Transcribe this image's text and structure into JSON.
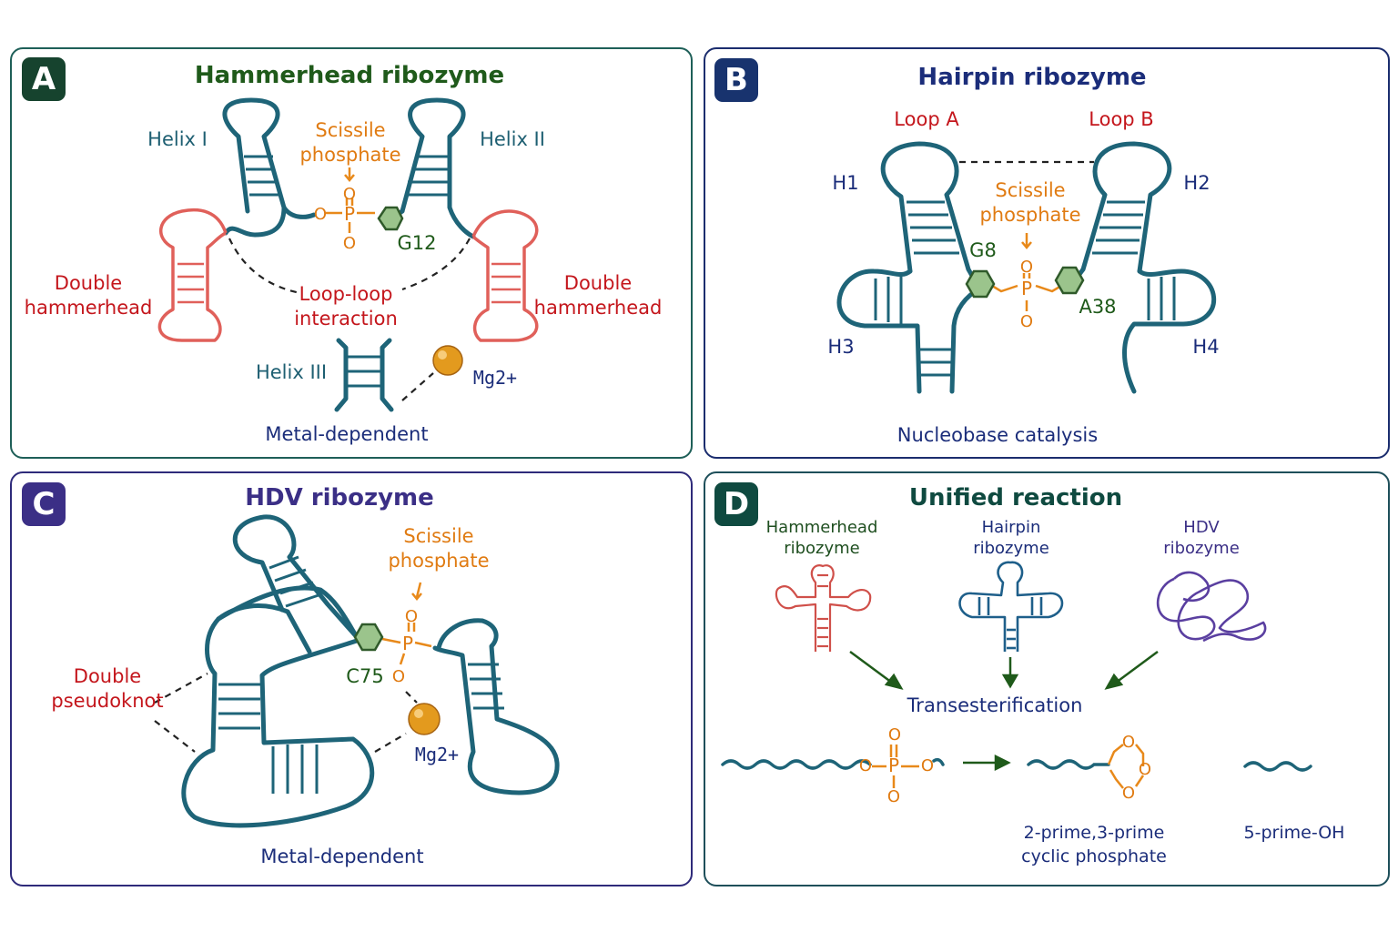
{
  "panels": {
    "A": {
      "badge": "A",
      "title": "Hammerhead ribozyme",
      "helix_1": "Helix I",
      "helix_2": "Helix II",
      "helix_3": "Helix III",
      "scissile_1": "Scissile",
      "scissile_2": "phosphate",
      "nucleotide": "G12",
      "double_left_1": "Double",
      "double_left_2": "hammerhead",
      "double_right_1": "Double",
      "double_right_2": "hammerhead",
      "loop_1": "Loop-loop",
      "loop_2": "interaction",
      "ion": "Mg2+",
      "mechanism": "Metal-dependent",
      "phosphate_p": "P",
      "phosphate_o": "O"
    },
    "B": {
      "badge": "B",
      "title": "Hairpin ribozyme",
      "loop_a": "Loop A",
      "loop_b": "Loop B",
      "h1": "H1",
      "h2": "H2",
      "h3": "H3",
      "h4": "H4",
      "scissile_1": "Scissile",
      "scissile_2": "phosphate",
      "nucleotide_left": "G8",
      "nucleotide_right": "A38",
      "mechanism": "Nucleobase catalysis",
      "phosphate_p": "P",
      "phosphate_o": "O"
    },
    "C": {
      "badge": "C",
      "title": "HDV ribozyme",
      "scissile_1": "Scissile",
      "scissile_2": "phosphate",
      "nucleotide": "C75",
      "pseudoknot_1": "Double",
      "pseudoknot_2": "pseudoknot",
      "ion": "Mg2+",
      "mechanism": "Metal-dependent",
      "phosphate_p": "P",
      "phosphate_o": "O"
    },
    "D": {
      "badge": "D",
      "title": "Unified reaction",
      "hh_1": "Hammerhead",
      "hh_2": "ribozyme",
      "hp_1": "Hairpin",
      "hp_2": "ribozyme",
      "hdv_1": "HDV",
      "hdv_2": "ribozyme",
      "reaction": "Transesterification",
      "product_1a": "2-prime,3-prime",
      "product_1b": "cyclic phosphate",
      "product_2": "5-prime-OH",
      "phosphate_p": "P",
      "phosphate_o": "O"
    }
  },
  "colors": {
    "rna_teal": "#1e6478",
    "double_red": "#e0605a",
    "phosphate_orange": "#e8891a",
    "nucleotide_green": "#9bc48c",
    "mg_gold": "#e39a1e",
    "badge_A": "#16432e",
    "badge_B": "#18336e",
    "badge_C": "#3b2f86",
    "badge_D": "#0f4a40",
    "hdv_purple": "#5a3fa0",
    "arrow_green": "#1f5a1a"
  },
  "icons": {
    "mg_ion": "sphere-icon",
    "nucleotide": "hexagon-icon",
    "arrow": "arrow-icon"
  }
}
